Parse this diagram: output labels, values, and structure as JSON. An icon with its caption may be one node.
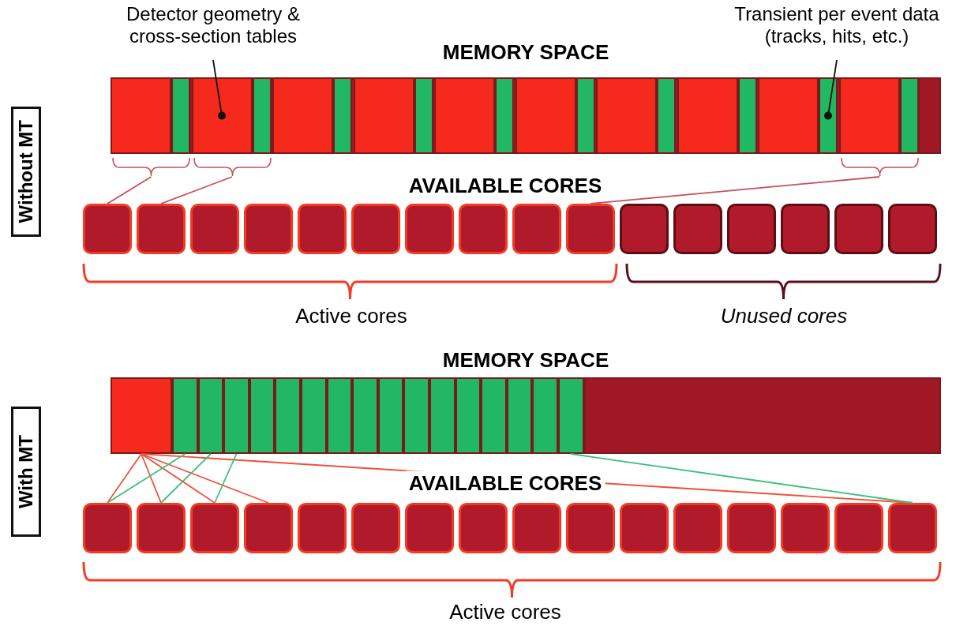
{
  "diagram": {
    "nodes": [
      {
        "text": [
          "Without MT"
        ]
      },
      {
        "text": [
          "Detector geometry & cross-section tables"
        ]
      },
      {
        "text": [
          "Transient per event data (tracks, hits, etc.)"
        ]
      },
      {
        "text": [
          "MEMORY SPACE"
        ]
      },
      {
        "text": [],
        "shape": "box",
        "in": 3
      },
      {
        "text": [],
        "shape": "box",
        "in": 3
      },
      {
        "text": [],
        "shape": "box",
        "in": 3
      },
      {
        "text": [],
        "shape": "box",
        "in": 3
      },
      {
        "text": [],
        "shape": "box",
        "in": 3
      },
      {
        "text": [],
        "shape": "box",
        "in": 3
      },
      {
        "text": [],
        "shape": "box",
        "in": 3
      },
      {
        "text": [],
        "shape": "box",
        "in": 3
      },
      {
        "text": [],
        "shape": "box",
        "in": 3
      },
      {
        "text": [],
        "shape": "box",
        "in": 3
      },
      {
        "text": [],
        "shape": "box",
        "in": 3
      },
      {
        "text": [],
        "shape": "box",
        "in": 3
      },
      {
        "text": [],
        "shape": "box",
        "in": 3
      },
      {
        "text": [],
        "shape": "box",
        "in": 3
      },
      {
        "text": [],
        "shape": "box",
        "in": 3
      },
      {
        "text": [],
        "shape": "box",
        "in": 3
      },
      {
        "text": [],
        "shape": "box",
        "in": 3
      },
      {
        "text": [],
        "shape": "box",
        "in": 3
      },
      {
        "text": [],
        "shape": "box",
        "in": 3
      },
      {
        "text": [],
        "shape": "box",
        "in": 3
      },
      {
        "text": [],
        "shape": "box",
        "in": 3
      },
      {
        "text": [],
        "shape": "brace"
      },
      {
        "text": [],
        "shape": "brace"
      },
      {
        "text": [],
        "shape": "brace"
      },
      {
        "text": [],
        "shape": "box"
      },
      {
        "text": [],
        "shape": "box"
      },
      {
        "text": [],
        "shape": "box"
      },
      {
        "text": [],
        "shape": "box"
      },
      {
        "text": [],
        "shape": "box"
      },
      {
        "text": [],
        "shape": "box"
      },
      {
        "text": [],
        "shape": "box"
      },
      {
        "text": [],
        "shape": "box"
      },
      {
        "text": [],
        "shape": "box"
      },
      {
        "text": [],
        "shape": "box"
      },
      {
        "text": [],
        "shape": "box"
      },
      {
        "text": [],
        "shape": "box"
      },
      {
        "text": [],
        "shape": "box"
      },
      {
        "text": [],
        "shape": "box"
      },
      {
        "text": [],
        "shape": "box"
      },
      {
        "text": [],
        "shape": "box"
      },
      {
        "text": [
          "With MT"
        ]
      },
      {
        "text": [
          "MEMORY SPACE"
        ]
      },
      {
        "text": [],
        "shape": "box",
        "in": 45
      },
      {
        "text": [],
        "shape": "box",
        "in": 45
      },
      {
        "text": [],
        "shape": "box",
        "in": 45
      },
      {
        "text": [],
        "shape": "box",
        "in": 45
      },
      {
        "text": [],
        "shape": "box",
        "in": 45
      },
      {
        "text": [],
        "shape": "box",
        "in": 45
      },
      {
        "text": [],
        "shape": "box",
        "in": 45
      },
      {
        "text": [],
        "shape": "box",
        "in": 45
      },
      {
        "text": [],
        "shape": "box",
        "in": 45
      },
      {
        "text": [],
        "shape": "box",
        "in": 45
      },
      {
        "text": [],
        "shape": "box",
        "in": 45
      },
      {
        "text": [],
        "shape": "box",
        "in": 45
      },
      {
        "text": [],
        "shape": "box",
        "in": 45
      },
      {
        "text": [],
        "shape": "box",
        "in": 45
      },
      {
        "text": [],
        "shape": "box",
        "in": 45
      },
      {
        "text": [],
        "shape": "box",
        "in": 45
      },
      {
        "text": [],
        "shape": "box",
        "in": 45
      },
      {
        "text": [],
        "shape": "box",
        "in": 45
      },
      {
        "text": [],
        "shape": "box"
      },
      {
        "text": [],
        "shape": "box"
      },
      {
        "text": [],
        "shape": "box"
      },
      {
        "text": [],
        "shape": "box"
      },
      {
        "text": [],
        "shape": "box"
      },
      {
        "text": [],
        "shape": "box"
      },
      {
        "text": [],
        "shape": "box"
      },
      {
        "text": [],
        "shape": "box"
      },
      {
        "text": [],
        "shape": "box"
      },
      {
        "text": [],
        "shape": "box"
      },
      {
        "text": [],
        "shape": "box"
      },
      {
        "text": [],
        "shape": "box"
      },
      {
        "text": [],
        "shape": "box"
      },
      {
        "text": [],
        "shape": "box"
      },
      {
        "text": [],
        "shape": "box"
      },
      {
        "text": [],
        "shape": "box"
      }
    ],
    "edges": [
      {
        "from": 1,
        "to": 6,
        "arrow": "other",
        "color": "#111111"
      },
      {
        "from": 2,
        "to": 21,
        "arrow": "other",
        "color": "#111111"
      },
      {
        "from": 25,
        "to": 28,
        "arrow": "none",
        "color": "#c8505a"
      },
      {
        "from": 26,
        "to": 29,
        "arrow": "none",
        "color": "#c8505a"
      },
      {
        "from": 27,
        "to": 37,
        "arrow": "none",
        "color": "#c8505a"
      },
      {
        "from": 46,
        "to": 64,
        "arrow": "none",
        "color": "#f0503c"
      },
      {
        "from": 46,
        "to": 65,
        "arrow": "none",
        "color": "#f0503c"
      },
      {
        "from": 46,
        "to": 66,
        "arrow": "none",
        "color": "#f0503c"
      },
      {
        "from": 46,
        "to": 67,
        "arrow": "none",
        "color": "#f0503c"
      },
      {
        "from": 46,
        "to": 79,
        "arrow": "none",
        "color": "#f0503c"
      },
      {
        "from": 47,
        "to": 64,
        "arrow": "none",
        "color": "#3cbf7a"
      },
      {
        "from": 48,
        "to": 65,
        "arrow": "none",
        "color": "#3cbf7a"
      },
      {
        "from": 49,
        "to": 66,
        "arrow": "none",
        "color": "#3cbf7a"
      },
      {
        "from": 62,
        "to": 79,
        "arrow": "none",
        "color": "#3cbf7a"
      }
    ],
    "labels": [
      "AVAILABLE CORES",
      "Active cores",
      "Unused cores",
      "AVAILABLE CORES",
      "Active cores"
    ]
  }
}
